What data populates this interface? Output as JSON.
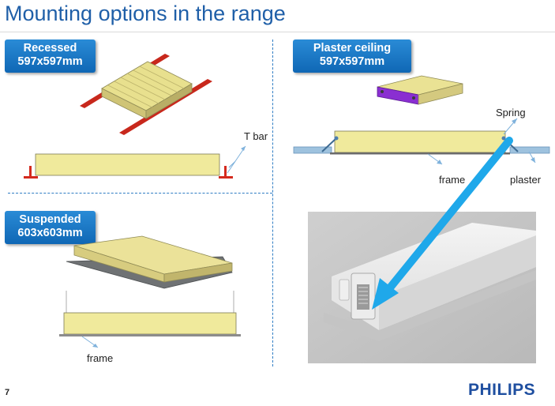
{
  "slide": {
    "title": "Mounting options in the range",
    "page_number": "7",
    "brand": "PHILIPS"
  },
  "recessed": {
    "name": "Recessed",
    "size": "597x597mm",
    "callout_tbar": "T bar"
  },
  "suspended": {
    "name": "Suspended",
    "size": "603x603mm",
    "callout_frame": "frame"
  },
  "plaster": {
    "name": "Plaster ceiling",
    "size": "597x597mm",
    "callout_spring": "Spring",
    "callout_frame": "frame",
    "callout_plaster": "plaster"
  },
  "colors": {
    "title": "#1f5fa8",
    "badge": "#1a77c4",
    "panel": "#ece89a",
    "tbar": "#d42a1e",
    "highlight_arrow": "#1fa8ea",
    "brand": "#1f4fa0"
  }
}
